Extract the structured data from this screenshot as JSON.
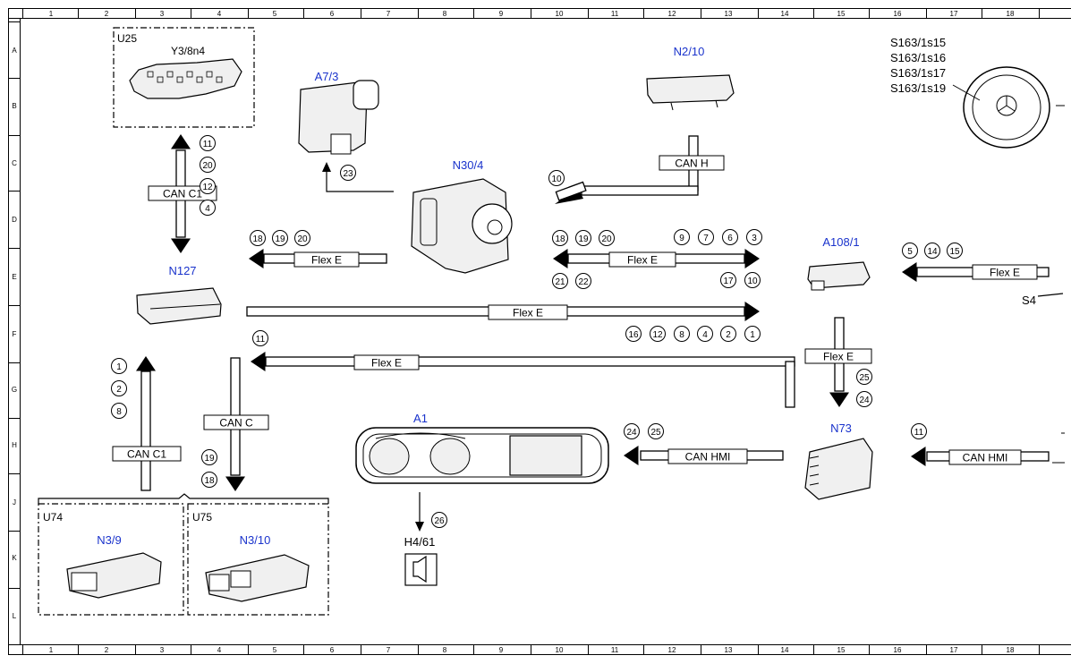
{
  "grid": {
    "columns": [
      "1",
      "2",
      "3",
      "4",
      "5",
      "6",
      "7",
      "8",
      "9",
      "10",
      "11",
      "12",
      "13",
      "14",
      "15",
      "16",
      "17",
      "18"
    ],
    "rows": [
      "A",
      "B",
      "C",
      "D",
      "E",
      "F",
      "G",
      "H",
      "J",
      "K",
      "L"
    ]
  },
  "components": {
    "U25": "U25",
    "Y3_8n4": "Y3/8n4",
    "A7_3": "A7/3",
    "N2_10": "N2/10",
    "N30_4": "N30/4",
    "N127": "N127",
    "A108_1": "A108/1",
    "N73": "N73",
    "A1": "A1",
    "H4_61": "H4/61",
    "U74": "U74",
    "U75": "U75",
    "N3_9": "N3/9",
    "N3_10": "N3/10",
    "S4": "S4",
    "S163": [
      "S163/1s15",
      "S163/1s16",
      "S163/1s17",
      "S163/1s19"
    ]
  },
  "buses": {
    "can_c1_top": "CAN C1",
    "can_h": "CAN H",
    "flex_e_left": "Flex E",
    "flex_e_center": "Flex E",
    "flex_e_right": "Flex E",
    "flex_e_long": "Flex E",
    "flex_e_return": "Flex E",
    "flex_e_n73": "Flex E",
    "can_c": "CAN C",
    "can_c1_bottom": "CAN C1",
    "can_hmi_left": "CAN HMI",
    "can_hmi_right": "CAN HMI"
  },
  "markers": {
    "m_can_c1_top": [
      "11",
      "20",
      "12",
      "4"
    ],
    "m_a7": [
      "23"
    ],
    "m_can_h": [
      "10"
    ],
    "m_flex_left": [
      "18",
      "19",
      "20"
    ],
    "m_center_top_left": [
      "18",
      "19",
      "20"
    ],
    "m_center_top_right": [
      "9",
      "7",
      "6",
      "3"
    ],
    "m_center_bottom_left": [
      "21",
      "22"
    ],
    "m_center_bottom_right": [
      "17",
      "10"
    ],
    "m_flex_right": [
      "5",
      "14",
      "15"
    ],
    "m_flex_long": [
      "16",
      "12",
      "8",
      "4",
      "2",
      "1"
    ],
    "m_return": [
      "11"
    ],
    "m_n73": [
      "25",
      "24"
    ],
    "m_can_c1_bottom": [
      "1",
      "2",
      "8"
    ],
    "m_can_c": [
      "19",
      "18"
    ],
    "m_can_hmi_left": [
      "24",
      "25"
    ],
    "m_can_hmi_right": [
      "11"
    ],
    "m_h4": [
      "26"
    ]
  },
  "colors": {
    "component_label": "#1a33cc",
    "line": "#000000",
    "device_fill": "#f0f0f0"
  }
}
